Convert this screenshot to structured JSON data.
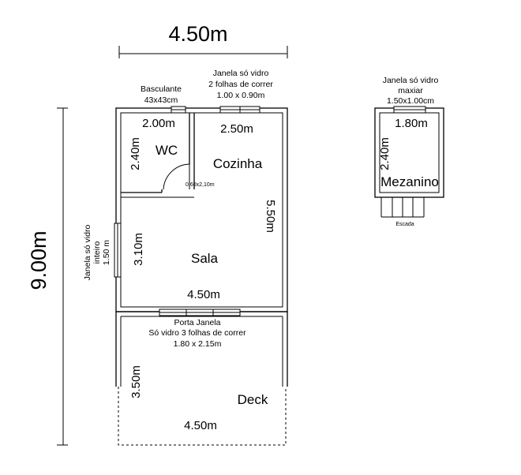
{
  "dimensions": {
    "top_width": "4.50m",
    "left_height": "9.00m",
    "wc_width": "2.00m",
    "wc_height": "2.40m",
    "kitchen_width": "2.50m",
    "kitchen_height": "5.50m",
    "sala_height": "3.10m",
    "sala_width": "4.50m",
    "deck_height": "3.50m",
    "deck_width": "4.50m",
    "mezanino_width": "1.80m",
    "mezanino_height": "2.40m"
  },
  "rooms": {
    "wc": "WC",
    "cozinha": "Cozinha",
    "sala": "Sala",
    "deck": "Deck",
    "mezanino": "Mezanino"
  },
  "door_label": "0,60x2,10m",
  "annotations": {
    "basculante": [
      "Basculante",
      "43x43cm"
    ],
    "janela_cozinha": [
      "Janela só vidro",
      "2 folhas de correr",
      "1.00 x 0.90m"
    ],
    "janela_mezanino": [
      "Janela só vidro",
      "maxiar",
      "1.50x1.00cm"
    ],
    "janela_sala": [
      "Janela só vidro",
      "inteiro",
      "1.50 m"
    ],
    "porta_janela": [
      "Porta Janela",
      "Só vidro 3 folhas de correr",
      "1.80 x 2.15m"
    ],
    "escada": "Escada"
  }
}
